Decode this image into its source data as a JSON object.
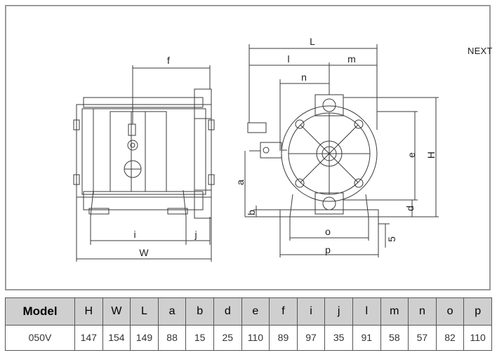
{
  "nav": {
    "next_label": "NEXT"
  },
  "dimension_labels": {
    "L": "L",
    "l": "l",
    "m": "m",
    "n": "n",
    "f": "f",
    "e": "e",
    "H": "H",
    "a": "a",
    "b": "b",
    "d": "d",
    "five": "5",
    "o": "o",
    "p": "p",
    "i": "i",
    "j": "j",
    "W": "W"
  },
  "table": {
    "headers": [
      "Model",
      "H",
      "W",
      "L",
      "a",
      "b",
      "d",
      "e",
      "f",
      "i",
      "j",
      "l",
      "m",
      "n",
      "o",
      "p"
    ],
    "rows": [
      [
        "050V",
        "147",
        "154",
        "149",
        "88",
        "15",
        "25",
        "110",
        "89",
        "97",
        "35",
        "91",
        "58",
        "57",
        "82",
        "110"
      ]
    ]
  },
  "colors": {
    "line": "#3a3a3a",
    "header_bg": "#cfcfcf",
    "border": "#9a9a9a"
  }
}
